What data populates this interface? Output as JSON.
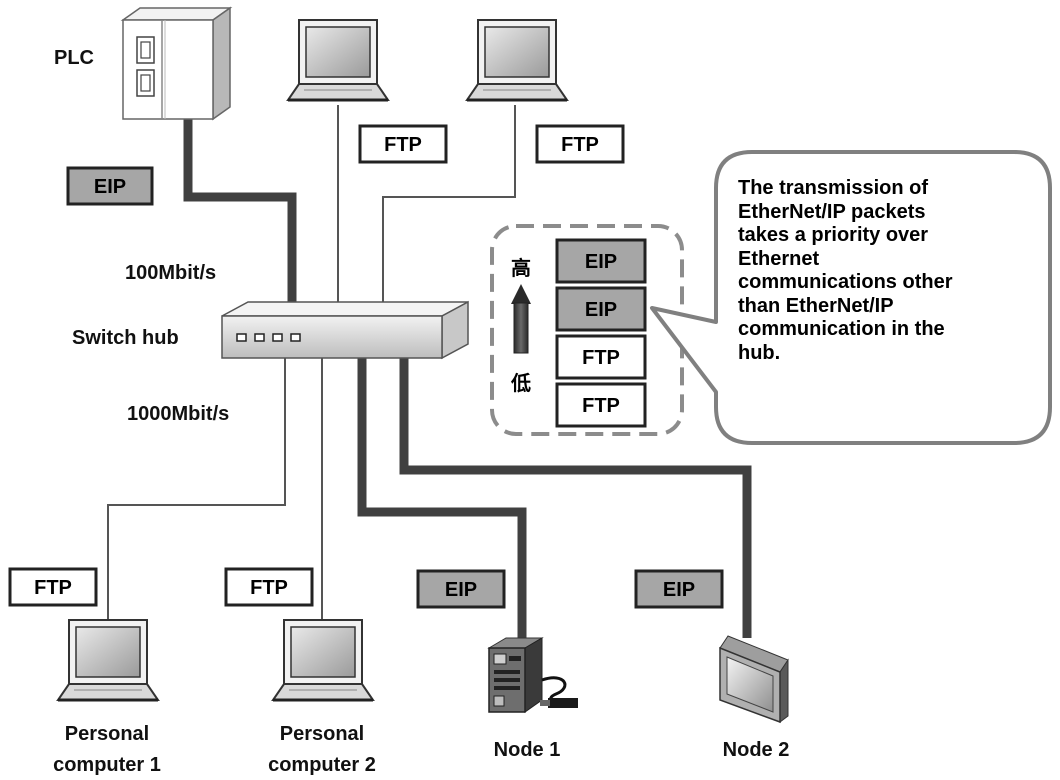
{
  "devices": {
    "plc": {
      "label": "PLC",
      "icon": "plc-icon"
    },
    "switch_hub": {
      "label": "Switch hub",
      "icon": "switch-hub-icon"
    },
    "pc1": {
      "label_lines": [
        "Personal",
        "computer 1"
      ],
      "icon": "laptop-icon"
    },
    "pc2": {
      "label_lines": [
        "Personal",
        "computer 2"
      ],
      "icon": "laptop-icon"
    },
    "node1": {
      "label": "Node 1",
      "icon": "servo-drive-icon"
    },
    "node2": {
      "label": "Node 2",
      "icon": "touch-panel-icon"
    },
    "top_laptop_1": {
      "icon": "laptop-icon"
    },
    "top_laptop_2": {
      "icon": "laptop-icon"
    }
  },
  "speeds": {
    "upper": "100Mbit/s",
    "lower": "1000Mbit/s"
  },
  "packet_tags": {
    "plc": "EIP",
    "top_laptop_1": "FTP",
    "top_laptop_2": "FTP",
    "pc1": "FTP",
    "pc2": "FTP",
    "node1": "EIP",
    "node2": "EIP"
  },
  "priority_queue": {
    "high_label": "高",
    "low_label": "低",
    "items": [
      "EIP",
      "EIP",
      "FTP",
      "FTP"
    ]
  },
  "callout": {
    "text": "The transmission of\nEtherNet/IP packets\ntakes a priority over\nEthernet\ncommunications other\nthan EtherNet/IP\ncommunication in the\nhub."
  },
  "colors": {
    "eip_tag_fill": "#a6a6a6",
    "ftp_tag_fill": "#ffffff",
    "thick_cable": "#404040",
    "thin_cable": "#555555",
    "callout_border": "#808080",
    "queue_border": "#8c8c8c"
  }
}
